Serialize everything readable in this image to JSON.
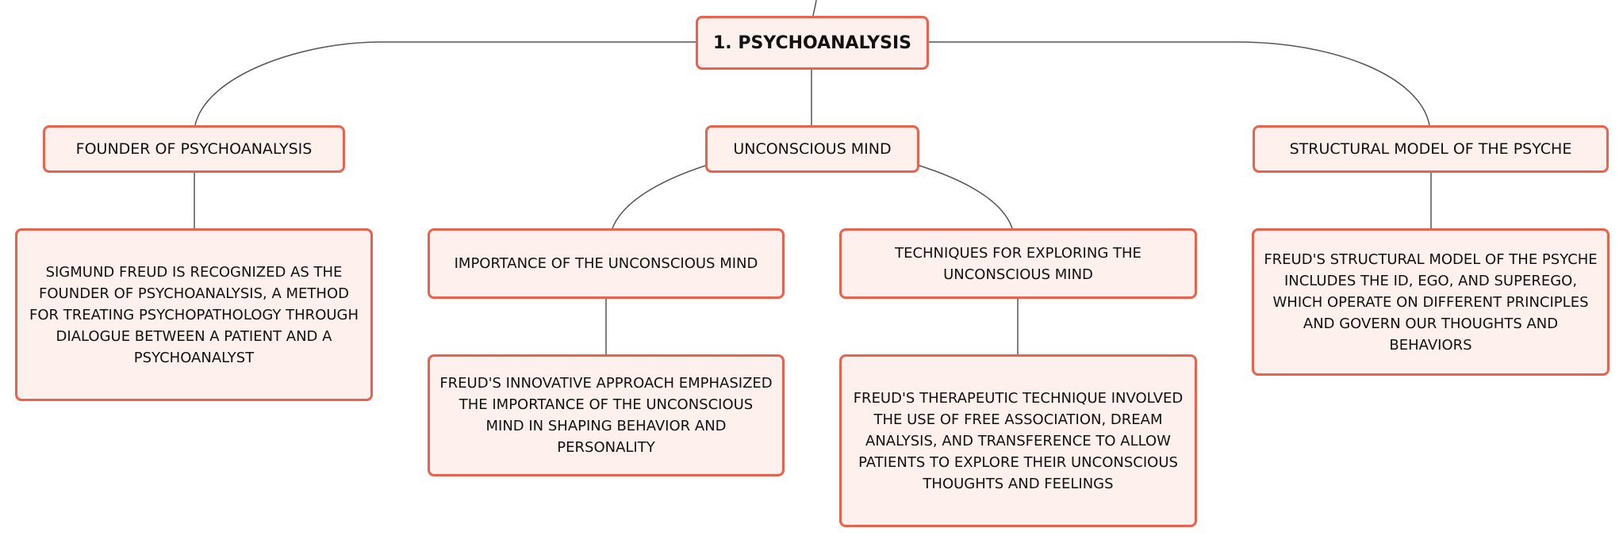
{
  "nodes": {
    "root": "1. PSYCHOANALYSIS",
    "founder": "FOUNDER OF PSYCHOANALYSIS",
    "founder_detail": "SIGMUND FREUD IS RECOGNIZED AS THE FOUNDER OF PSYCHOANALYSIS, A METHOD FOR TREATING PSYCHOPATHOLOGY THROUGH DIALOGUE BETWEEN A PATIENT AND A PSYCHOANALYST",
    "unconscious": "UNCONSCIOUS MIND",
    "importance": "IMPORTANCE OF THE UNCONSCIOUS MIND",
    "importance_detail": "FREUD'S INNOVATIVE APPROACH EMPHASIZED THE IMPORTANCE OF THE UNCONSCIOUS MIND IN SHAPING BEHAVIOR AND PERSONALITY",
    "techniques": "TECHNIQUES FOR EXPLORING THE UNCONSCIOUS MIND",
    "techniques_detail": "FREUD'S THERAPEUTIC TECHNIQUE INVOLVED THE USE OF FREE ASSOCIATION, DREAM ANALYSIS, AND TRANSFERENCE TO ALLOW PATIENTS TO EXPLORE THEIR UNCONSCIOUS THOUGHTS AND FEELINGS",
    "structural": "STRUCTURAL MODEL OF THE PSYCHE",
    "structural_detail": "FREUD'S STRUCTURAL MODEL OF THE PSYCHE INCLUDES THE ID, EGO, AND SUPEREGO, WHICH OPERATE ON DIFFERENT PRINCIPLES AND GOVERN OUR THOUGHTS AND BEHAVIORS"
  },
  "colors": {
    "node_border": "#e8624e",
    "node_fill": "#fdf0ed",
    "connector": "#555555",
    "text": "#111111"
  }
}
